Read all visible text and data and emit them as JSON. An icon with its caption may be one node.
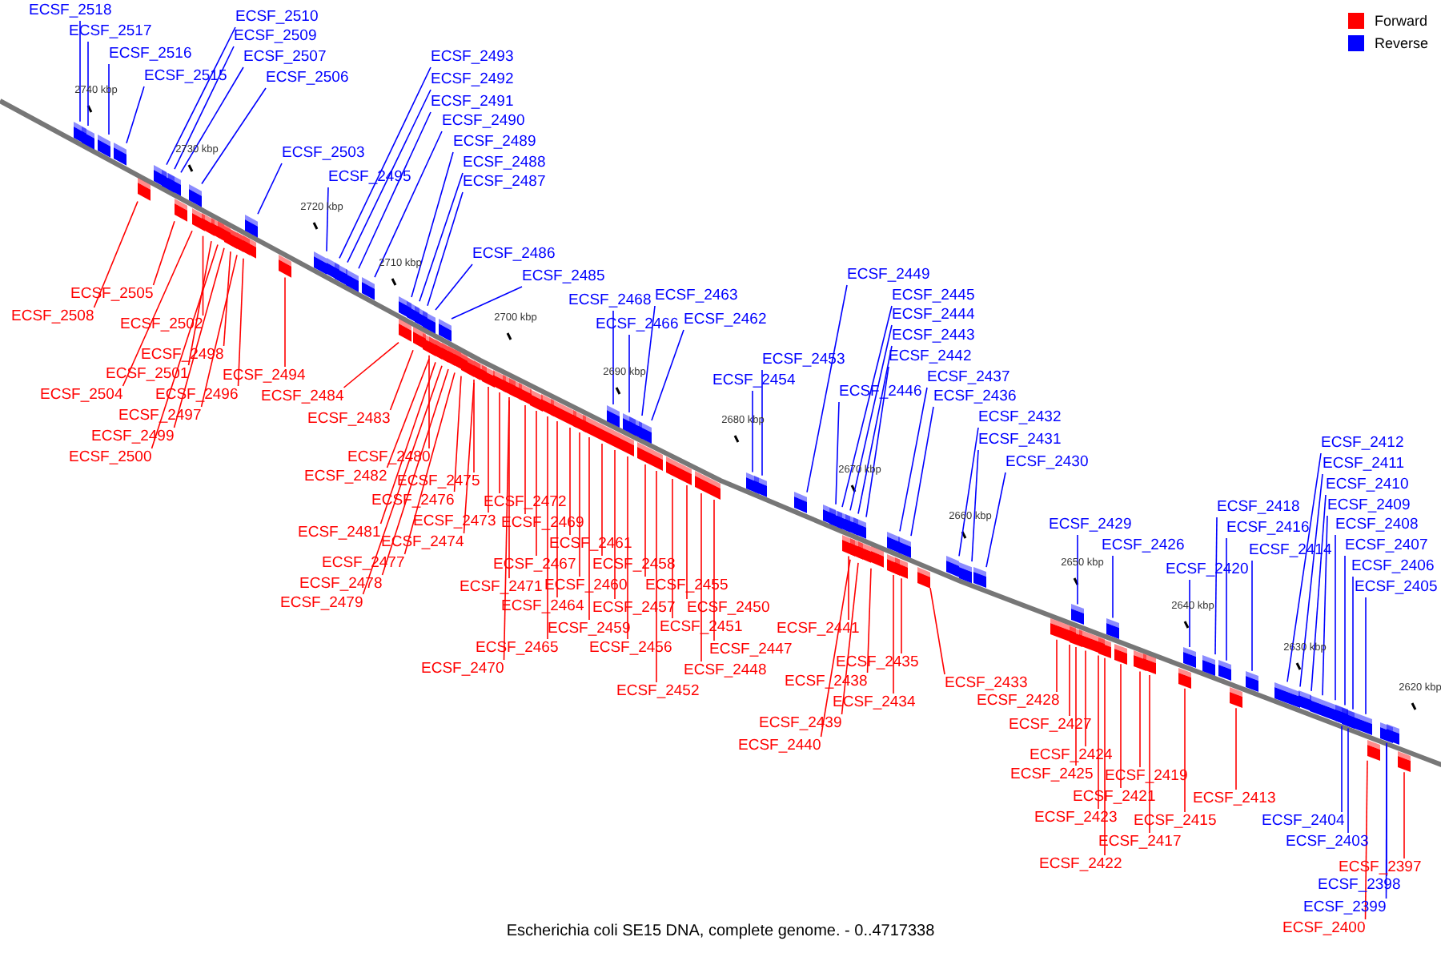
{
  "diagram": {
    "caption": "Escherichia coli SE15 DNA, complete genome. - 0..4717338",
    "nodes": [
      {
        "text": [
          "ECSF_2518"
        ]
      },
      {
        "text": [
          "ECSF_2517"
        ]
      },
      {
        "text": [
          "ECSF_2516"
        ]
      },
      {
        "text": [
          "ECSF_2515"
        ]
      },
      {
        "text": [
          "ECSF_2510"
        ]
      },
      {
        "text": [
          "ECSF_2509"
        ]
      },
      {
        "text": [
          "ECSF_2507"
        ]
      },
      {
        "text": [
          "ECSF_2506"
        ]
      },
      {
        "text": [
          "ECSF_2493"
        ]
      },
      {
        "text": [
          "ECSF_2492"
        ]
      },
      {
        "text": [
          "ECSF_2491"
        ]
      },
      {
        "text": [
          "ECSF_2490"
        ]
      },
      {
        "text": [
          "ECSF_2489"
        ]
      },
      {
        "text": [
          "ECSF_2488"
        ]
      },
      {
        "text": [
          "ECSF_2487"
        ]
      },
      {
        "text": [
          "ECSF_2503"
        ]
      },
      {
        "text": [
          "ECSF_2495"
        ]
      },
      {
        "text": [
          "ECSF_2486"
        ]
      },
      {
        "text": [
          "ECSF_2485"
        ]
      },
      {
        "text": [
          "ECSF_2468"
        ]
      },
      {
        "text": [
          "ECSF_2463"
        ]
      },
      {
        "text": [
          "ECSF_2466"
        ]
      },
      {
        "text": [
          "ECSF_2462"
        ]
      },
      {
        "text": [
          "ECSF_2449"
        ]
      },
      {
        "text": [
          "ECSF_2445"
        ]
      },
      {
        "text": [
          "ECSF_2444"
        ]
      },
      {
        "text": [
          "ECSF_2443"
        ]
      },
      {
        "text": [
          "ECSF_2442"
        ]
      },
      {
        "text": [
          "ECSF_2453"
        ]
      },
      {
        "text": [
          "ECSF_2454"
        ]
      },
      {
        "text": [
          "ECSF_2437"
        ]
      },
      {
        "text": [
          "ECSF_2446"
        ]
      },
      {
        "text": [
          "ECSF_2436"
        ]
      },
      {
        "text": [
          "ECSF_2432"
        ]
      },
      {
        "text": [
          "ECSF_2431"
        ]
      },
      {
        "text": [
          "ECSF_2412"
        ]
      },
      {
        "text": [
          "ECSF_2430"
        ]
      },
      {
        "text": [
          "ECSF_2411"
        ]
      },
      {
        "text": [
          "ECSF_2410"
        ]
      },
      {
        "text": [
          "ECSF_2418"
        ]
      },
      {
        "text": [
          "ECSF_2409"
        ]
      },
      {
        "text": [
          "ECSF_2429"
        ]
      },
      {
        "text": [
          "ECSF_2408"
        ]
      },
      {
        "text": [
          "ECSF_2416"
        ]
      },
      {
        "text": [
          "ECSF_2426"
        ]
      },
      {
        "text": [
          "ECSF_2407"
        ]
      },
      {
        "text": [
          "ECSF_2414"
        ]
      },
      {
        "text": [
          "ECSF_2406"
        ]
      },
      {
        "text": [
          "ECSF_2420"
        ]
      },
      {
        "text": [
          "ECSF_2405"
        ]
      },
      {
        "text": [
          "ECSF_2505"
        ]
      },
      {
        "text": [
          "ECSF_2508"
        ]
      },
      {
        "text": [
          "ECSF_2502"
        ]
      },
      {
        "text": [
          "ECSF_2498"
        ]
      },
      {
        "text": [
          "ECSF_2501"
        ]
      },
      {
        "text": [
          "ECSF_2494"
        ]
      },
      {
        "text": [
          "ECSF_2504"
        ]
      },
      {
        "text": [
          "ECSF_2496"
        ]
      },
      {
        "text": [
          "ECSF_2484"
        ]
      },
      {
        "text": [
          "ECSF_2497"
        ]
      },
      {
        "text": [
          "ECSF_2483"
        ]
      },
      {
        "text": [
          "ECSF_2499"
        ]
      },
      {
        "text": [
          "ECSF_2500"
        ]
      },
      {
        "text": [
          "ECSF_2480"
        ]
      },
      {
        "text": [
          "ECSF_2482"
        ]
      },
      {
        "text": [
          "ECSF_2475"
        ]
      },
      {
        "text": [
          "ECSF_2476"
        ]
      },
      {
        "text": [
          "ECSF_2472"
        ]
      },
      {
        "text": [
          "ECSF_2473"
        ]
      },
      {
        "text": [
          "ECSF_2469"
        ]
      },
      {
        "text": [
          "ECSF_2481"
        ]
      },
      {
        "text": [
          "ECSF_2474"
        ]
      },
      {
        "text": [
          "ECSF_2461"
        ]
      },
      {
        "text": [
          "ECSF_2477"
        ]
      },
      {
        "text": [
          "ECSF_2467"
        ]
      },
      {
        "text": [
          "ECSF_2458"
        ]
      },
      {
        "text": [
          "ECSF_2478"
        ]
      },
      {
        "text": [
          "ECSF_2471"
        ]
      },
      {
        "text": [
          "ECSF_2460"
        ]
      },
      {
        "text": [
          "ECSF_2455"
        ]
      },
      {
        "text": [
          "ECSF_2479"
        ]
      },
      {
        "text": [
          "ECSF_2464"
        ]
      },
      {
        "text": [
          "ECSF_2457"
        ]
      },
      {
        "text": [
          "ECSF_2450"
        ]
      },
      {
        "text": [
          "ECSF_2459"
        ]
      },
      {
        "text": [
          "ECSF_2451"
        ]
      },
      {
        "text": [
          "ECSF_2441"
        ]
      },
      {
        "text": [
          "ECSF_2465"
        ]
      },
      {
        "text": [
          "ECSF_2456"
        ]
      },
      {
        "text": [
          "ECSF_2447"
        ]
      },
      {
        "text": [
          "ECSF_2435"
        ]
      },
      {
        "text": [
          "ECSF_2470"
        ]
      },
      {
        "text": [
          "ECSF_2448"
        ]
      },
      {
        "text": [
          "ECSF_2438"
        ]
      },
      {
        "text": [
          "ECSF_2433"
        ]
      },
      {
        "text": [
          "ECSF_2452"
        ]
      },
      {
        "text": [
          "ECSF_2428"
        ]
      },
      {
        "text": [
          "ECSF_2434"
        ]
      },
      {
        "text": [
          "ECSF_2439"
        ]
      },
      {
        "text": [
          "ECSF_2427"
        ]
      },
      {
        "text": [
          "ECSF_2440"
        ]
      },
      {
        "text": [
          "ECSF_2424"
        ]
      },
      {
        "text": [
          "ECSF_2425"
        ]
      },
      {
        "text": [
          "ECSF_2419"
        ]
      },
      {
        "text": [
          "ECSF_2421"
        ]
      },
      {
        "text": [
          "ECSF_2413"
        ]
      },
      {
        "text": [
          "ECSF_2423"
        ]
      },
      {
        "text": [
          "ECSF_2415"
        ]
      },
      {
        "text": [
          "ECSF_2417"
        ]
      },
      {
        "text": [
          "ECSF_2422"
        ]
      },
      {
        "text": [
          "ECSF_2397"
        ]
      },
      {
        "text": [
          "ECSF_2400"
        ]
      },
      {
        "text": [
          "ECSF_2404"
        ]
      },
      {
        "text": [
          "ECSF_2403"
        ]
      },
      {
        "text": [
          "ECSF_2398"
        ]
      },
      {
        "text": [
          "ECSF_2399"
        ]
      },
      {
        "text": [],
        "shape": "box"
      },
      {
        "text": [],
        "shape": "box"
      },
      {
        "text": [],
        "shape": "box"
      },
      {
        "text": [],
        "shape": "box"
      },
      {
        "text": [],
        "shape": "box"
      },
      {
        "text": [],
        "shape": "box"
      },
      {
        "text": [],
        "shape": "box"
      },
      {
        "text": [],
        "shape": "box"
      },
      {
        "text": [],
        "shape": "box"
      },
      {
        "text": [],
        "shape": "box"
      },
      {
        "text": [],
        "shape": "box"
      },
      {
        "text": [],
        "shape": "box"
      },
      {
        "text": [],
        "shape": "box"
      },
      {
        "text": [],
        "shape": "box"
      },
      {
        "text": [],
        "shape": "box"
      },
      {
        "text": [],
        "shape": "box"
      },
      {
        "text": [],
        "shape": "box"
      },
      {
        "text": [],
        "shape": "box"
      },
      {
        "text": [],
        "shape": "box"
      },
      {
        "text": [],
        "shape": "box"
      },
      {
        "text": [],
        "shape": "box"
      },
      {
        "text": [],
        "shape": "box"
      },
      {
        "text": [],
        "shape": "box"
      },
      {
        "text": [],
        "shape": "box"
      },
      {
        "text": [],
        "shape": "box"
      },
      {
        "text": [],
        "shape": "box"
      },
      {
        "text": [],
        "shape": "box"
      },
      {
        "text": [],
        "shape": "box"
      },
      {
        "text": [],
        "shape": "box"
      },
      {
        "text": [],
        "shape": "box"
      },
      {
        "text": [],
        "shape": "box"
      },
      {
        "text": [],
        "shape": "box"
      },
      {
        "text": [],
        "shape": "box"
      },
      {
        "text": [],
        "shape": "box"
      },
      {
        "text": [],
        "shape": "box"
      },
      {
        "text": [],
        "shape": "box"
      },
      {
        "text": [],
        "shape": "box"
      },
      {
        "text": [],
        "shape": "box"
      },
      {
        "text": [],
        "shape": "box"
      },
      {
        "text": [],
        "shape": "box"
      },
      {
        "text": [],
        "shape": "box"
      },
      {
        "text": [],
        "shape": "box"
      },
      {
        "text": [],
        "shape": "box"
      },
      {
        "text": [],
        "shape": "box"
      },
      {
        "text": [],
        "shape": "box"
      },
      {
        "text": [],
        "shape": "box"
      },
      {
        "text": [],
        "shape": "box"
      },
      {
        "text": [],
        "shape": "box"
      },
      {
        "text": [],
        "shape": "box"
      },
      {
        "text": [],
        "shape": "box"
      },
      {
        "text": [],
        "shape": "box"
      },
      {
        "text": [],
        "shape": "box"
      },
      {
        "text": [],
        "shape": "box"
      },
      {
        "text": [],
        "shape": "box"
      },
      {
        "text": [],
        "shape": "box"
      },
      {
        "text": [],
        "shape": "box"
      },
      {
        "text": [],
        "shape": "box"
      },
      {
        "text": [],
        "shape": "box"
      },
      {
        "text": [],
        "shape": "box"
      },
      {
        "text": [],
        "shape": "box"
      },
      {
        "text": [],
        "shape": "box"
      },
      {
        "text": [],
        "shape": "box"
      },
      {
        "text": [],
        "shape": "box"
      },
      {
        "text": [],
        "shape": "box"
      },
      {
        "text": [],
        "shape": "box"
      },
      {
        "text": [],
        "shape": "box"
      },
      {
        "text": [],
        "shape": "box"
      },
      {
        "text": [],
        "shape": "box"
      },
      {
        "text": [],
        "shape": "box"
      },
      {
        "text": [],
        "shape": "box"
      },
      {
        "text": [],
        "shape": "box"
      },
      {
        "text": [],
        "shape": "box"
      },
      {
        "text": [],
        "shape": "box"
      },
      {
        "text": [],
        "shape": "box"
      },
      {
        "text": [],
        "shape": "box"
      },
      {
        "text": [],
        "shape": "box"
      },
      {
        "text": [],
        "shape": "box"
      },
      {
        "text": [],
        "shape": "box"
      },
      {
        "text": [],
        "shape": "box"
      },
      {
        "text": [],
        "shape": "box"
      },
      {
        "text": [],
        "shape": "box"
      },
      {
        "text": [],
        "shape": "box"
      },
      {
        "text": [],
        "shape": "box"
      },
      {
        "text": [],
        "shape": "box"
      },
      {
        "text": [],
        "shape": "box"
      },
      {
        "text": [],
        "shape": "box"
      },
      {
        "text": [],
        "shape": "box"
      },
      {
        "text": [],
        "shape": "box"
      },
      {
        "text": [],
        "shape": "box"
      },
      {
        "text": [],
        "shape": "box"
      },
      {
        "text": [],
        "shape": "box"
      },
      {
        "text": [],
        "shape": "box"
      },
      {
        "text": [],
        "shape": "box"
      },
      {
        "text": [],
        "shape": "box"
      },
      {
        "text": [],
        "shape": "box"
      },
      {
        "text": [],
        "shape": "box"
      },
      {
        "text": [],
        "shape": "box"
      },
      {
        "text": [],
        "shape": "box"
      },
      {
        "text": [],
        "shape": "box"
      },
      {
        "text": [],
        "shape": "box"
      },
      {
        "text": [],
        "shape": "box"
      },
      {
        "text": [],
        "shape": "box"
      },
      {
        "text": [],
        "shape": "box"
      },
      {
        "text": [],
        "shape": "box"
      },
      {
        "text": [],
        "shape": "box"
      },
      {
        "text": [],
        "shape": "box"
      },
      {
        "text": [],
        "shape": "box"
      },
      {
        "text": [],
        "shape": "box"
      },
      {
        "text": [],
        "shape": "box"
      },
      {
        "text": [],
        "shape": "box"
      },
      {
        "text": [],
        "shape": "box"
      },
      {
        "text": [],
        "shape": "box"
      },
      {
        "text": [],
        "shape": "box"
      },
      {
        "text": [],
        "shape": "box"
      },
      {
        "text": [],
        "shape": "box"
      },
      {
        "text": [],
        "shape": "box"
      }
    ],
    "edges": [
      {
        "from": 0,
        "to": 116,
        "arrow": "none",
        "color": "#0000ff"
      },
      {
        "from": 1,
        "to": 117,
        "arrow": "none",
        "color": "#0000ff"
      },
      {
        "from": 2,
        "to": 118,
        "arrow": "none",
        "color": "#0000ff"
      },
      {
        "from": 3,
        "to": 119,
        "arrow": "none",
        "color": "#0000ff"
      },
      {
        "from": 4,
        "to": 120,
        "arrow": "none",
        "color": "#0000ff"
      },
      {
        "from": 5,
        "to": 121,
        "arrow": "none",
        "color": "#0000ff"
      },
      {
        "from": 6,
        "to": 122,
        "arrow": "none",
        "color": "#0000ff"
      },
      {
        "from": 7,
        "to": 123,
        "arrow": "none",
        "color": "#0000ff"
      },
      {
        "from": 8,
        "to": 124,
        "arrow": "none",
        "color": "#0000ff"
      },
      {
        "from": 9,
        "to": 125,
        "arrow": "none",
        "color": "#0000ff"
      },
      {
        "from": 10,
        "to": 126,
        "arrow": "none",
        "color": "#0000ff"
      },
      {
        "from": 11,
        "to": 127,
        "arrow": "none",
        "color": "#0000ff"
      },
      {
        "from": 12,
        "to": 128,
        "arrow": "none",
        "color": "#0000ff"
      },
      {
        "from": 13,
        "to": 129,
        "arrow": "none",
        "color": "#0000ff"
      },
      {
        "from": 14,
        "to": 130,
        "arrow": "none",
        "color": "#0000ff"
      },
      {
        "from": 15,
        "to": 131,
        "arrow": "none",
        "color": "#0000ff"
      },
      {
        "from": 16,
        "to": 132,
        "arrow": "none",
        "color": "#0000ff"
      },
      {
        "from": 17,
        "to": 133,
        "arrow": "none",
        "color": "#0000ff"
      },
      {
        "from": 18,
        "to": 134,
        "arrow": "none",
        "color": "#0000ff"
      },
      {
        "from": 19,
        "to": 135,
        "arrow": "none",
        "color": "#0000ff"
      },
      {
        "from": 20,
        "to": 136,
        "arrow": "none",
        "color": "#0000ff"
      },
      {
        "from": 21,
        "to": 137,
        "arrow": "none",
        "color": "#0000ff"
      },
      {
        "from": 22,
        "to": 138,
        "arrow": "none",
        "color": "#0000ff"
      },
      {
        "from": 23,
        "to": 139,
        "arrow": "none",
        "color": "#0000ff"
      },
      {
        "from": 24,
        "to": 140,
        "arrow": "none",
        "color": "#0000ff"
      },
      {
        "from": 25,
        "to": 141,
        "arrow": "none",
        "color": "#0000ff"
      },
      {
        "from": 26,
        "to": 142,
        "arrow": "none",
        "color": "#0000ff"
      },
      {
        "from": 27,
        "to": 143,
        "arrow": "none",
        "color": "#0000ff"
      },
      {
        "from": 28,
        "to": 144,
        "arrow": "none",
        "color": "#0000ff"
      },
      {
        "from": 29,
        "to": 145,
        "arrow": "none",
        "color": "#0000ff"
      },
      {
        "from": 30,
        "to": 146,
        "arrow": "none",
        "color": "#0000ff"
      },
      {
        "from": 31,
        "to": 147,
        "arrow": "none",
        "color": "#0000ff"
      },
      {
        "from": 32,
        "to": 148,
        "arrow": "none",
        "color": "#0000ff"
      },
      {
        "from": 33,
        "to": 149,
        "arrow": "none",
        "color": "#0000ff"
      },
      {
        "from": 34,
        "to": 150,
        "arrow": "none",
        "color": "#0000ff"
      },
      {
        "from": 35,
        "to": 151,
        "arrow": "none",
        "color": "#0000ff"
      },
      {
        "from": 36,
        "to": 152,
        "arrow": "none",
        "color": "#0000ff"
      },
      {
        "from": 37,
        "to": 153,
        "arrow": "none",
        "color": "#0000ff"
      },
      {
        "from": 38,
        "to": 154,
        "arrow": "none",
        "color": "#0000ff"
      },
      {
        "from": 39,
        "to": 155,
        "arrow": "none",
        "color": "#0000ff"
      },
      {
        "from": 40,
        "to": 156,
        "arrow": "none",
        "color": "#0000ff"
      },
      {
        "from": 41,
        "to": 157,
        "arrow": "none",
        "color": "#0000ff"
      },
      {
        "from": 42,
        "to": 158,
        "arrow": "none",
        "color": "#0000ff"
      },
      {
        "from": 43,
        "to": 159,
        "arrow": "none",
        "color": "#0000ff"
      },
      {
        "from": 44,
        "to": 160,
        "arrow": "none",
        "color": "#0000ff"
      },
      {
        "from": 45,
        "to": 161,
        "arrow": "none",
        "color": "#0000ff"
      },
      {
        "from": 46,
        "to": 162,
        "arrow": "none",
        "color": "#0000ff"
      },
      {
        "from": 47,
        "to": 163,
        "arrow": "none",
        "color": "#0000ff"
      },
      {
        "from": 48,
        "to": 164,
        "arrow": "none",
        "color": "#0000ff"
      },
      {
        "from": 49,
        "to": 165,
        "arrow": "none",
        "color": "#0000ff"
      },
      {
        "from": 50,
        "to": 166,
        "arrow": "none"
      },
      {
        "from": 51,
        "to": 167,
        "arrow": "none"
      },
      {
        "from": 52,
        "to": 168,
        "arrow": "none"
      },
      {
        "from": 53,
        "to": 169,
        "arrow": "none"
      },
      {
        "from": 54,
        "to": 170,
        "arrow": "none"
      },
      {
        "from": 55,
        "to": 171,
        "arrow": "none"
      },
      {
        "from": 56,
        "to": 172,
        "arrow": "none"
      },
      {
        "from": 57,
        "to": 173,
        "arrow": "none"
      },
      {
        "from": 58,
        "to": 174,
        "arrow": "none"
      },
      {
        "from": 59,
        "to": 175,
        "arrow": "none"
      },
      {
        "from": 60,
        "to": 176,
        "arrow": "none"
      },
      {
        "from": 61,
        "to": 177,
        "arrow": "none"
      },
      {
        "from": 62,
        "to": 178,
        "arrow": "none"
      },
      {
        "from": 63,
        "to": 179,
        "arrow": "none"
      },
      {
        "from": 64,
        "to": 180,
        "arrow": "none"
      },
      {
        "from": 65,
        "to": 181,
        "arrow": "none"
      },
      {
        "from": 66,
        "to": 182,
        "arrow": "none"
      },
      {
        "from": 67,
        "to": 183,
        "arrow": "none"
      },
      {
        "from": 68,
        "to": 184,
        "arrow": "none"
      },
      {
        "from": 69,
        "to": 185,
        "arrow": "none"
      },
      {
        "from": 70,
        "to": 186,
        "arrow": "none"
      },
      {
        "from": 71,
        "to": 187,
        "arrow": "none"
      },
      {
        "from": 72,
        "to": 188,
        "arrow": "none"
      },
      {
        "from": 73,
        "to": 189,
        "arrow": "none"
      },
      {
        "from": 74,
        "to": 190,
        "arrow": "none"
      },
      {
        "from": 75,
        "to": 191,
        "arrow": "none"
      },
      {
        "from": 76,
        "to": 192,
        "arrow": "none"
      },
      {
        "from": 77,
        "to": 193,
        "arrow": "none"
      },
      {
        "from": 78,
        "to": 194,
        "arrow": "none"
      },
      {
        "from": 79,
        "to": 195,
        "arrow": "none"
      },
      {
        "from": 80,
        "to": 196,
        "arrow": "none"
      },
      {
        "from": 81,
        "to": 197,
        "arrow": "none"
      },
      {
        "from": 82,
        "to": 198,
        "arrow": "none"
      },
      {
        "from": 83,
        "to": 199,
        "arrow": "none"
      },
      {
        "from": 84,
        "to": 200,
        "arrow": "none"
      },
      {
        "from": 85,
        "to": 201,
        "arrow": "none"
      },
      {
        "from": 86,
        "to": 202,
        "arrow": "none"
      },
      {
        "from": 87,
        "to": 203,
        "arrow": "none"
      },
      {
        "from": 88,
        "to": 204,
        "arrow": "none"
      },
      {
        "from": 89,
        "to": 205,
        "arrow": "none"
      },
      {
        "from": 90,
        "to": 206,
        "arrow": "none"
      },
      {
        "from": 91,
        "to": 207,
        "arrow": "none"
      },
      {
        "from": 92,
        "to": 208,
        "arrow": "none"
      },
      {
        "from": 93,
        "to": 209,
        "arrow": "none"
      },
      {
        "from": 94,
        "to": 210,
        "arrow": "none"
      },
      {
        "from": 95,
        "to": 211,
        "arrow": "none"
      },
      {
        "from": 96,
        "to": 212,
        "arrow": "none"
      },
      {
        "from": 97,
        "to": 213,
        "arrow": "none"
      },
      {
        "from": 98,
        "to": 214,
        "arrow": "none"
      },
      {
        "from": 99,
        "to": 215,
        "arrow": "none"
      },
      {
        "from": 100,
        "to": 216,
        "arrow": "none"
      },
      {
        "from": 101,
        "to": 217,
        "arrow": "none"
      },
      {
        "from": 102,
        "to": 218,
        "arrow": "none"
      },
      {
        "from": 103,
        "to": 219,
        "arrow": "none"
      },
      {
        "from": 104,
        "to": 220,
        "arrow": "none"
      },
      {
        "from": 105,
        "to": 221,
        "arrow": "none"
      },
      {
        "from": 106,
        "to": 222,
        "arrow": "none"
      },
      {
        "from": 107,
        "to": 223,
        "arrow": "none"
      },
      {
        "from": 108,
        "to": 224,
        "arrow": "none"
      },
      {
        "from": 109,
        "to": 225,
        "arrow": "none"
      },
      {
        "from": 110,
        "to": 226,
        "arrow": "none"
      },
      {
        "from": 111,
        "to": 227,
        "arrow": "none"
      },
      {
        "from": 112,
        "to": 228,
        "arrow": "none",
        "color": "#0000ff"
      },
      {
        "from": 113,
        "to": 229,
        "arrow": "none",
        "color": "#0000ff"
      },
      {
        "from": 114,
        "to": 230,
        "arrow": "none",
        "color": "#0000ff"
      },
      {
        "from": 115,
        "to": 231,
        "arrow": "none",
        "color": "#0000ff"
      }
    ],
    "labels": [
      "2740 kbp",
      "2730 kbp",
      "2720 kbp",
      "2710 kbp",
      "2700 kbp",
      "2690 kbp",
      "2680 kbp",
      "2670 kbp",
      "2660 kbp",
      "2650 kbp",
      "2640 kbp",
      "2630 kbp",
      "2620 kbp"
    ],
    "legend": [
      {
        "text": "Forward",
        "color": "#ff0000"
      },
      {
        "text": "Reverse",
        "color": "#0000ff"
      }
    ]
  }
}
